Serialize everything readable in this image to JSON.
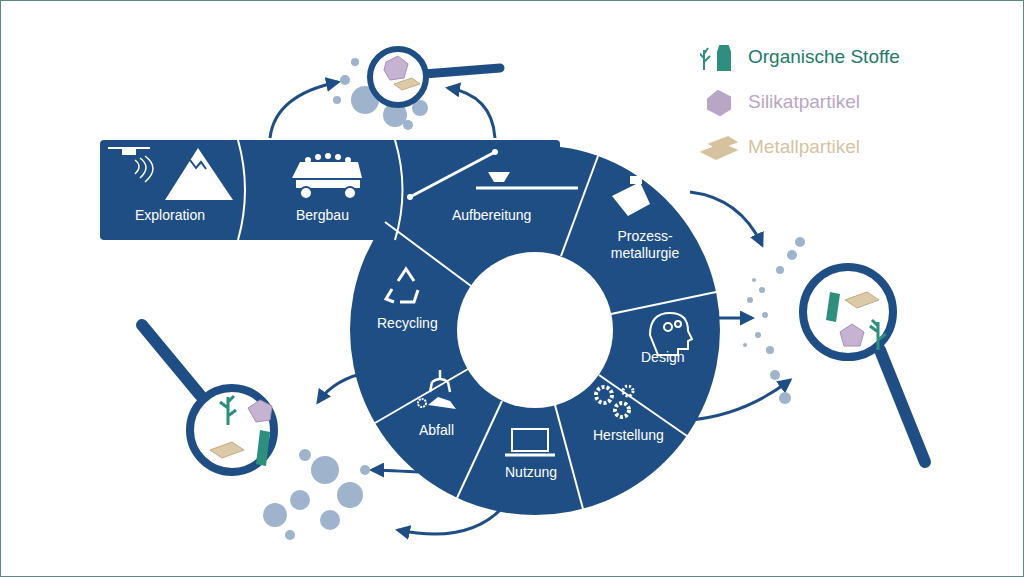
{
  "diagram": {
    "nodes": [
      {
        "text": [
          "Exploration"
        ]
      },
      {
        "text": [
          "Bergbau"
        ]
      },
      {
        "text": [
          "Aufbereitung"
        ]
      },
      {
        "text": [
          "Prozess- metallurgie"
        ]
      },
      {
        "text": [
          "Design"
        ]
      },
      {
        "text": [
          "Herstellung"
        ]
      },
      {
        "text": [
          "Nutzung"
        ]
      },
      {
        "text": [
          "Abfall"
        ]
      },
      {
        "text": [
          "Recycling"
        ]
      }
    ],
    "legend": [
      {
        "text": "Organische Stoffe",
        "color": "#2e8f7e"
      },
      {
        "text": "Silikatpartikel",
        "color": "#b9a6c6"
      },
      {
        "text": "Metallpartikel",
        "color": "#d6c29e"
      }
    ]
  }
}
